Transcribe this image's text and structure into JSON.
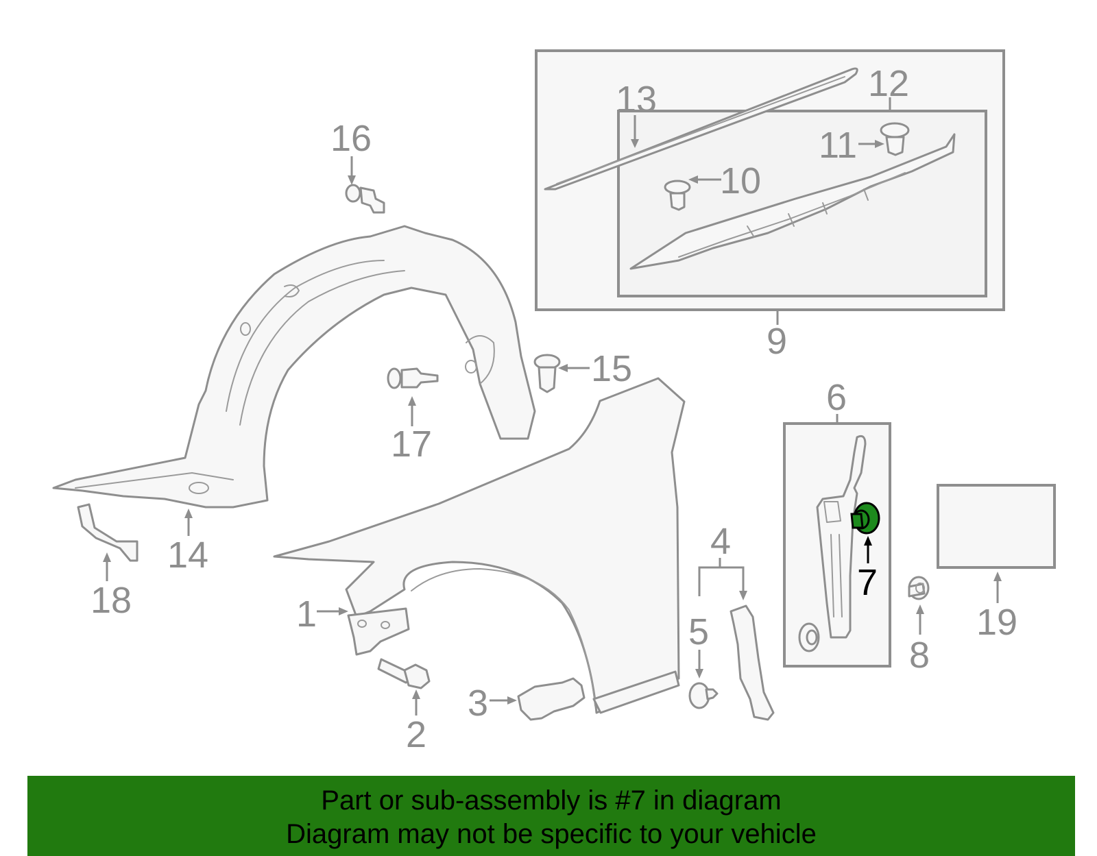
{
  "callouts": {
    "c1": "1",
    "c2": "2",
    "c3": "3",
    "c4": "4",
    "c5": "5",
    "c6": "6",
    "c7": "7",
    "c8": "8",
    "c9": "9",
    "c10": "10",
    "c11": "11",
    "c12": "12",
    "c13": "13",
    "c14": "14",
    "c15": "15",
    "c16": "16",
    "c17": "17",
    "c18": "18",
    "c19": "19"
  },
  "highlight": {
    "part_number": "7",
    "color": "#1d8a1d"
  },
  "banner": {
    "line1": "Part or sub-assembly is #7 in diagram",
    "line2": "Diagram may not be specific to your vehicle",
    "background": "#217a0f"
  }
}
